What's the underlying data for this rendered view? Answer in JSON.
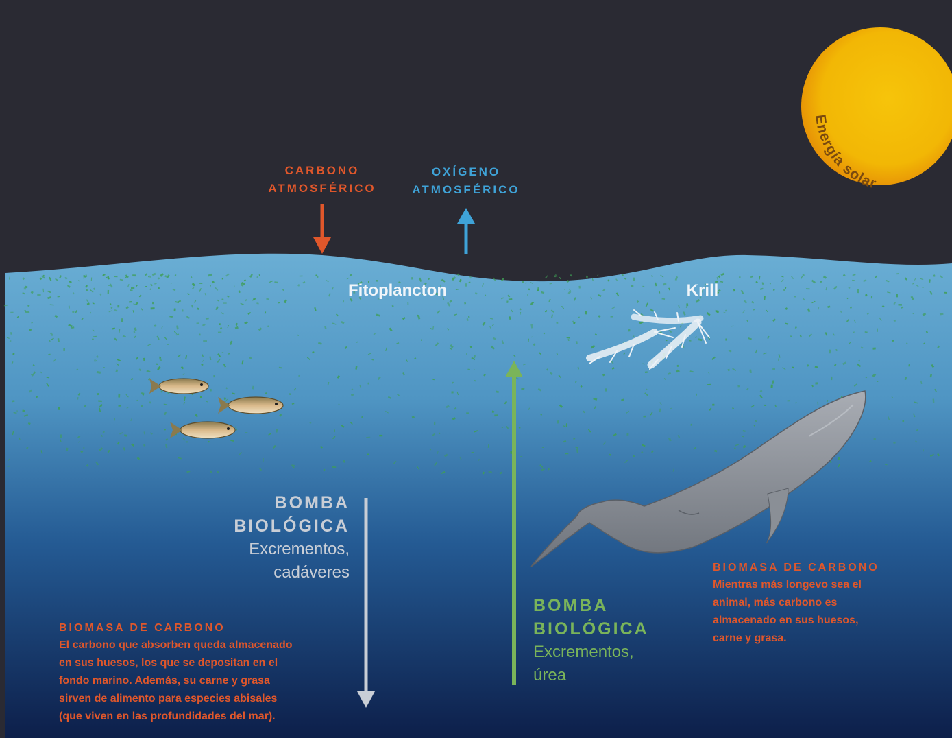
{
  "atmosphere": {
    "carbon_line1": "CARBONO",
    "carbon_line2": "ATMOSFÉRICO",
    "oxygen_line1": "OXÍGENO",
    "oxygen_line2": "ATMOSFÉRICO"
  },
  "sun": {
    "label": "Energía solar"
  },
  "ocean": {
    "phytoplankton_label": "Fitoplancton",
    "krill_label": "Krill"
  },
  "pump_down": {
    "title_line1": "BOMBA",
    "title_line2": "BIOLÓGICA",
    "sub_line1": "Excrementos,",
    "sub_line2": "cadáveres"
  },
  "pump_up": {
    "title_line1": "BOMBA",
    "title_line2": "BIOLÓGICA",
    "sub_line1": "Excrementos,",
    "sub_line2": "úrea"
  },
  "biomass_fish": {
    "title": "BIOMASA DE CARBONO",
    "lines": [
      "El carbono que absorben queda almacenado",
      "en sus huesos, los que se depositan en el",
      "fondo marino. Además, su carne y grasa",
      "sirven de alimento para especies abisales",
      "(que viven en las profundidades del mar)."
    ]
  },
  "biomass_whale": {
    "title": "BIOMASA DE CARBONO",
    "lines": [
      "Mientras más longevo sea el",
      "animal, más carbono es",
      "almacenado en sus huesos,",
      "carne y grasa."
    ]
  },
  "colors": {
    "sky": "#2a2a33",
    "carbon": "#e0572b",
    "oxygen": "#3fa3d8",
    "pump_up": "#7ab45a",
    "pump_down": "#c9ced6",
    "sun": "#f2b705",
    "ocean_top": "#6aaed4",
    "ocean_bottom": "#0d1f4a"
  },
  "icons": [
    "sun-icon",
    "fish-icon",
    "krill-icon",
    "whale-icon",
    "arrow-down-icon",
    "arrow-up-icon"
  ]
}
